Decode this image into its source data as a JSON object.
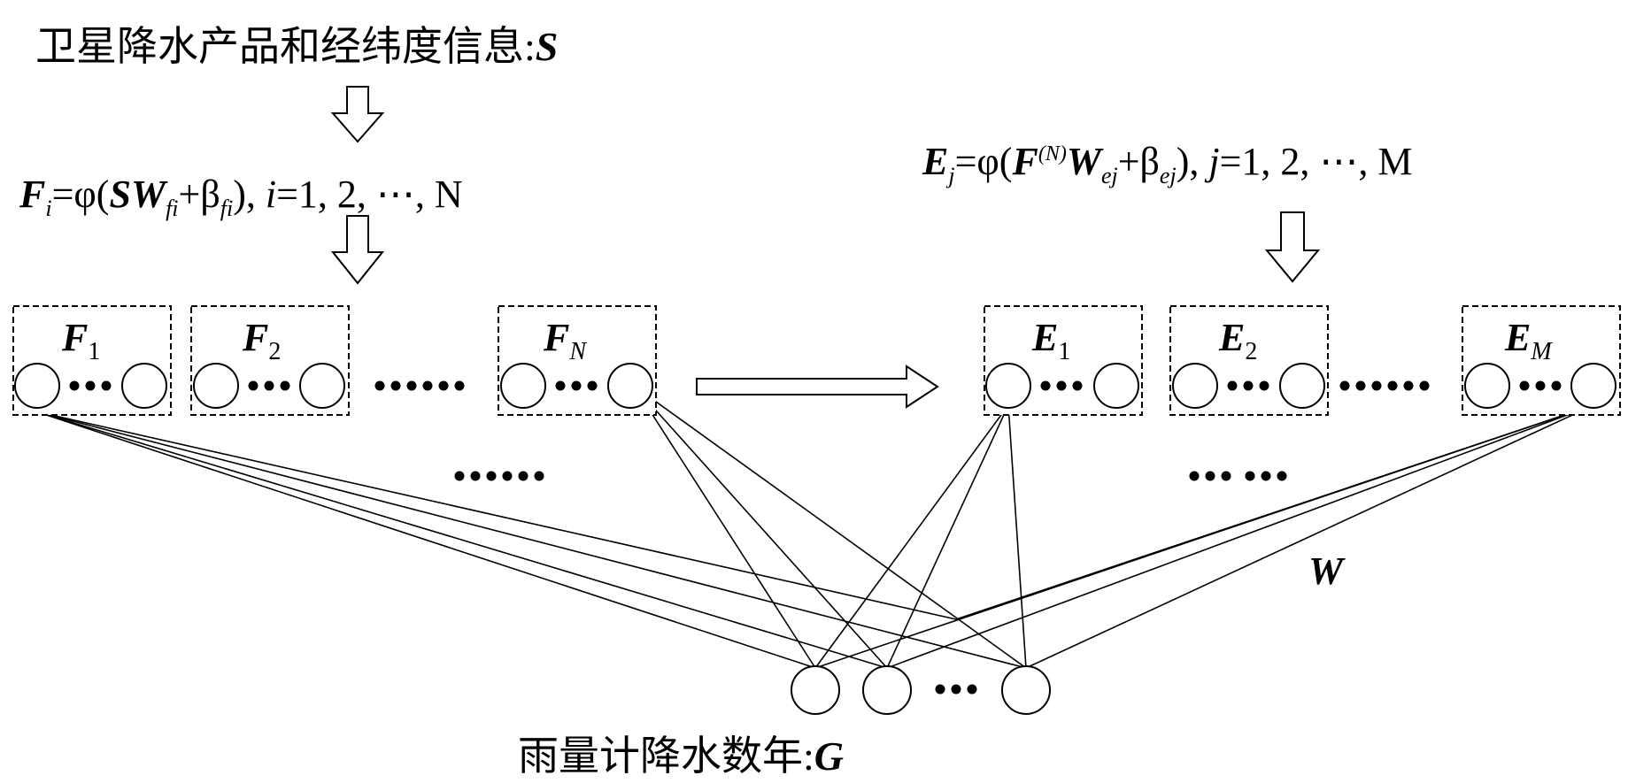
{
  "input": {
    "label_text": "卫星降水产品和经纬度信息:",
    "label_symbol": "S"
  },
  "f_eq": {
    "F": "F",
    "i": "i",
    "eq": "=φ(",
    "S": "S",
    "W": "W",
    "fi": "fi",
    "plus_beta": "+β",
    "fi2": "fi",
    "tail_open": "), ",
    "i2": "i",
    "tail": "=1, 2, ⋯, N"
  },
  "e_eq": {
    "E": "E",
    "j": "j",
    "eq": "=φ(",
    "F": "F",
    "N": "(N)",
    "W": "W",
    "ej": "ej",
    "plus_beta": "+β",
    "ej2": "ej",
    "tail_open": "), ",
    "j2": "j",
    "tail": "=1, 2, ⋯, M"
  },
  "f_groups": [
    {
      "letter": "F",
      "sub": "1"
    },
    {
      "letter": "F",
      "sub": "2"
    },
    {
      "letter": "F",
      "sub": "N"
    }
  ],
  "e_groups": [
    {
      "letter": "E",
      "sub": "1"
    },
    {
      "letter": "E",
      "sub": "2"
    },
    {
      "letter": "E",
      "sub": "M"
    }
  ],
  "weight_label": "W",
  "output": {
    "label_text": "雨量计降水数年:",
    "label_symbol": "G"
  }
}
